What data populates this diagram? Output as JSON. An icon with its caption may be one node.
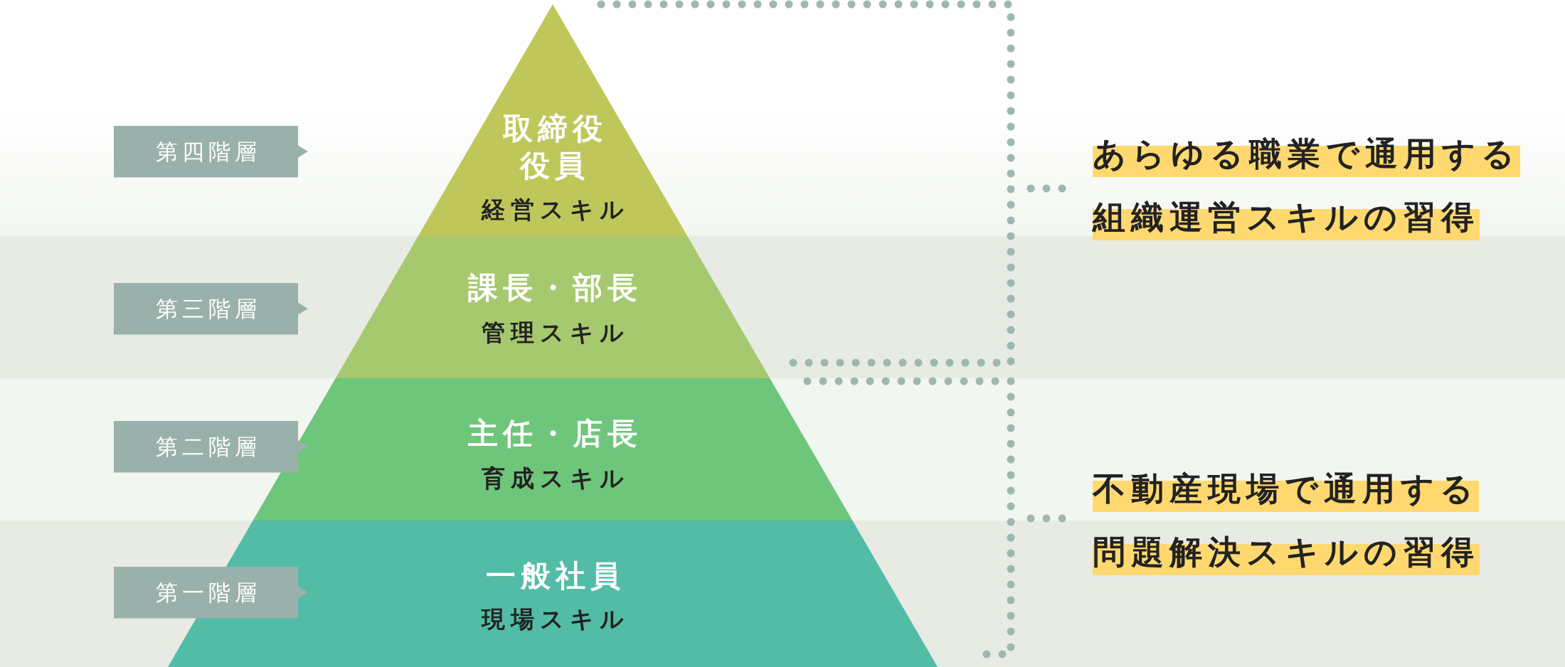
{
  "diagram": {
    "nodes": [
      {
        "text": [
          "第四階層"
        ]
      },
      {
        "text": [
          "取締役役員",
          "経営スキル"
        ]
      },
      {
        "text": [
          "第三階層"
        ]
      },
      {
        "text": [
          "課長・部長",
          "管理スキル"
        ]
      },
      {
        "text": [
          "第二階層"
        ]
      },
      {
        "text": [
          "主任・店長",
          "育成スキル"
        ]
      },
      {
        "text": [
          "第一階層"
        ]
      },
      {
        "text": [
          "一般社員",
          "現場スキル"
        ]
      }
    ],
    "labels": [
      "あらゆる職業で通用する組織運営スキルの習得",
      "不動産現場で通用する問題解決スキルの習得"
    ]
  }
}
